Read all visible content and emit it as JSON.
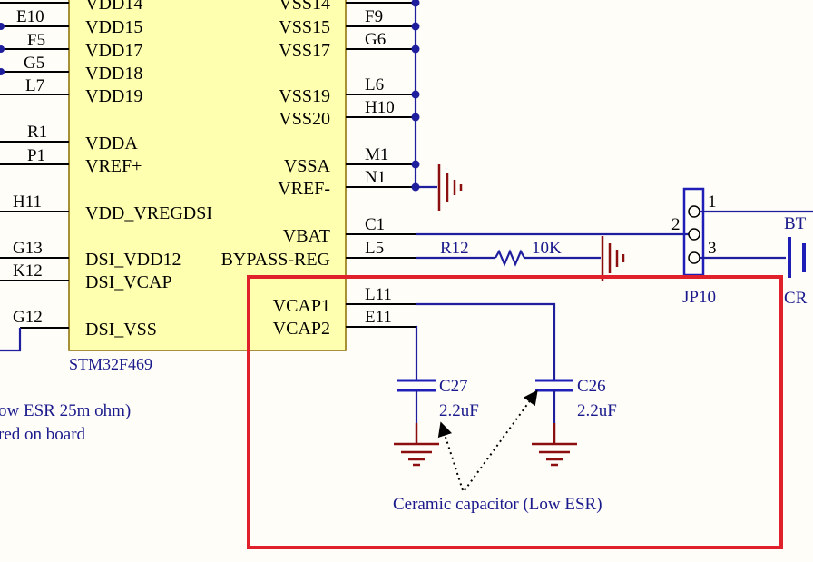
{
  "chip": {
    "name": "STM32F469",
    "left_pins": [
      {
        "num": "E10",
        "label": "VDD15"
      },
      {
        "num": "F5",
        "label": "VDD17"
      },
      {
        "num": "G5",
        "label": "VDD18"
      },
      {
        "num": "L7",
        "label": "VDD19"
      },
      {
        "num": "R1",
        "label": "VDDA"
      },
      {
        "num": "P1",
        "label": "VREF+"
      },
      {
        "num": "H11",
        "label": "VDD_VREGDSI"
      },
      {
        "num": "G13",
        "label": "DSI_VDD12"
      },
      {
        "num": "K12",
        "label": "DSI_VCAP"
      },
      {
        "num": "G12",
        "label": "DSI_VSS"
      }
    ],
    "top_left_label": "VDD14",
    "top_right_label": "VSS14",
    "right_pins": [
      {
        "num": "F9",
        "label": "VSS15"
      },
      {
        "num": "G6",
        "label": "VSS17"
      },
      {
        "num": "L6",
        "label": "VSS19"
      },
      {
        "num": "H10",
        "label": "VSS20"
      },
      {
        "num": "M1",
        "label": "VSSA"
      },
      {
        "num": "N1",
        "label": "VREF-"
      },
      {
        "num": "C1",
        "label": "VBAT"
      },
      {
        "num": "L5",
        "label": "BYPASS-REG"
      },
      {
        "num": "L11",
        "label": "VCAP1"
      },
      {
        "num": "E11",
        "label": "VCAP2"
      }
    ]
  },
  "resistor": {
    "ref": "R12",
    "value": "10K"
  },
  "jumper": {
    "ref": "JP10",
    "pins": [
      "1",
      "2",
      "3"
    ]
  },
  "edge_labels": {
    "bt": "BT",
    "cr": "CR"
  },
  "capacitors": [
    {
      "ref": "C27",
      "value": "2.2uF"
    },
    {
      "ref": "C26",
      "value": "2.2uF"
    }
  ],
  "annotation": "Ceramic capacitor (Low ESR)",
  "notes": [
    "ow ESR 25m ohm)",
    "red on board"
  ],
  "colors": {
    "highlight": "#e0202a",
    "chip_fill": "#ffffb0",
    "wire": "#1f1f9e",
    "ground": "#8b0f0f"
  }
}
